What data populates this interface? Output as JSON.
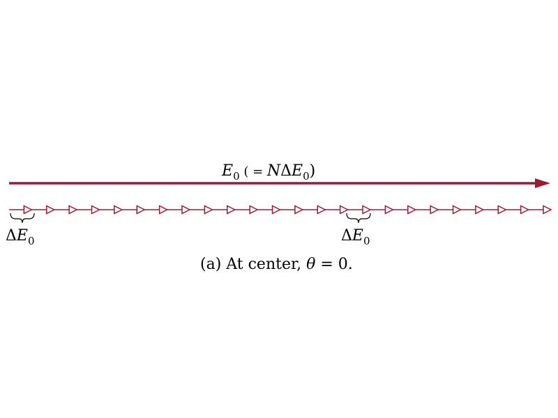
{
  "colors": {
    "vector": "#9b1b30",
    "text": "#000000",
    "background": "#ffffff"
  },
  "resultant": {
    "symbol": "E",
    "subscript": "0",
    "open": " ( = ",
    "n": "N",
    "delta": "Δ",
    "symbol2": "E",
    "subscript2": "0",
    "close": ")"
  },
  "phasors": {
    "count": 24
  },
  "markers": [
    {
      "delta": "Δ",
      "symbol": "E",
      "subscript": "0"
    },
    {
      "delta": "Δ",
      "symbol": "E",
      "subscript": "0"
    }
  ],
  "caption": {
    "prefix": "(a) At center, ",
    "theta": "θ",
    "suffix": " = 0."
  }
}
